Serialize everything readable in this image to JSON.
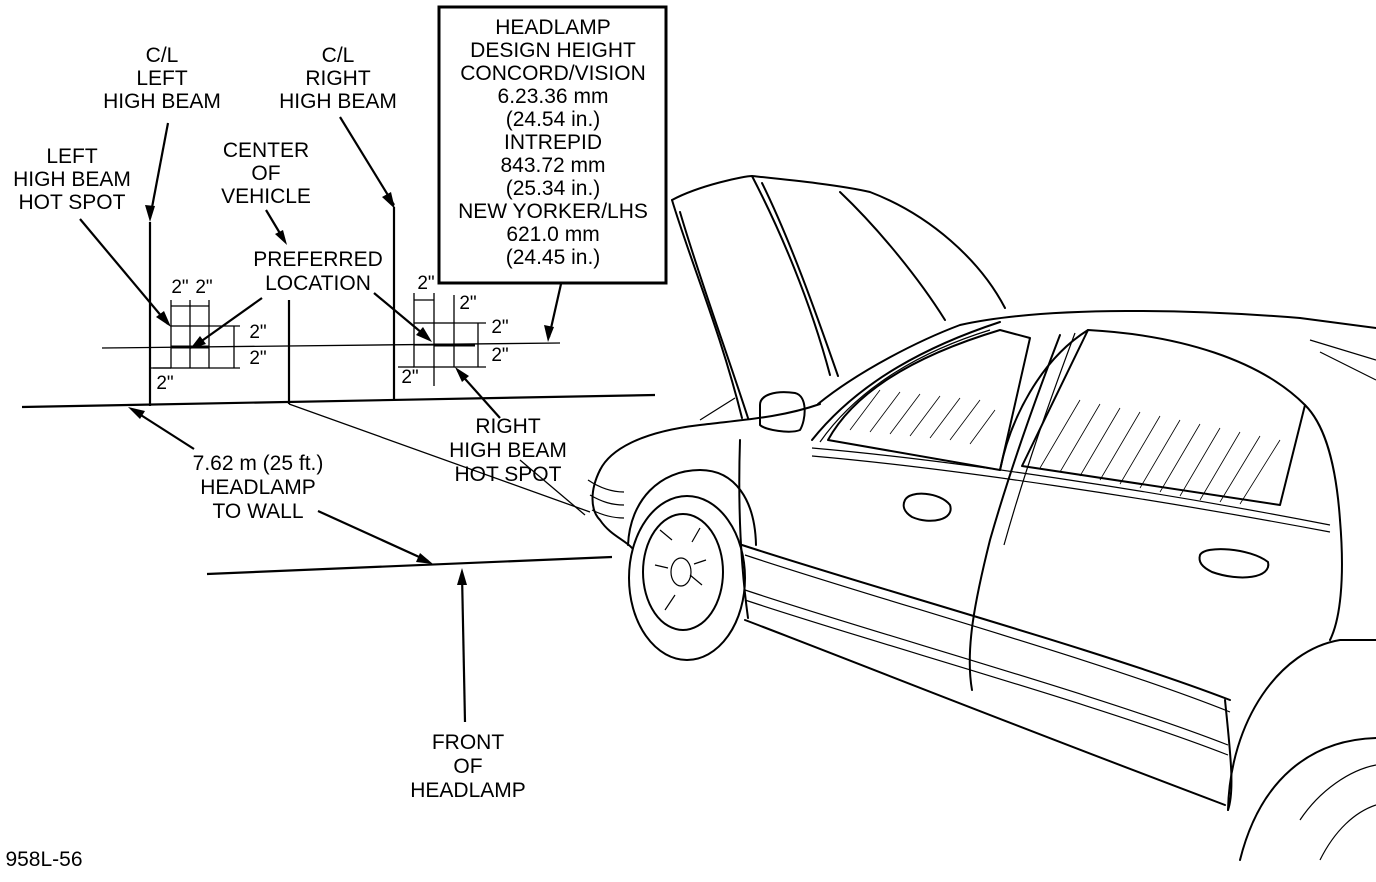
{
  "figure_id": "958L-56",
  "labels": {
    "cl_left": [
      "C/L",
      "LEFT",
      "HIGH BEAM"
    ],
    "cl_right": [
      "C/L",
      "RIGHT",
      "HIGH BEAM"
    ],
    "left_hot_spot": [
      "LEFT",
      "HIGH BEAM",
      "HOT SPOT"
    ],
    "center_of_vehicle": [
      "CENTER",
      "OF",
      "VEHICLE"
    ],
    "preferred_location": [
      "PREFERRED",
      "LOCATION"
    ],
    "right_hot_spot": [
      "RIGHT",
      "HIGH BEAM",
      "HOT SPOT"
    ],
    "distance": [
      "7.62 m (25 ft.)",
      "HEADLAMP",
      "TO WALL"
    ],
    "front_of_headlamp": [
      "FRONT",
      "OF",
      "HEADLAMP"
    ]
  },
  "design_height_box": {
    "lines": [
      "HEADLAMP",
      "DESIGN HEIGHT",
      "CONCORD/VISION",
      "6.23.36 mm",
      "(24.54 in.)",
      "INTREPID",
      "843.72 mm",
      "(25.34 in.)",
      "NEW YORKER/LHS",
      "621.0 mm",
      "(24.45 in.)"
    ]
  },
  "dimensions": {
    "left_top_1": "2\"",
    "left_top_2": "2\"",
    "left_right_upper": "2\"",
    "left_right_lower": "2\"",
    "left_bottom": "2\"",
    "right_top_1": "2\"",
    "right_top_2": "2\"",
    "right_right_upper": "2\"",
    "right_right_lower": "2\"",
    "right_bottom": "2\""
  }
}
